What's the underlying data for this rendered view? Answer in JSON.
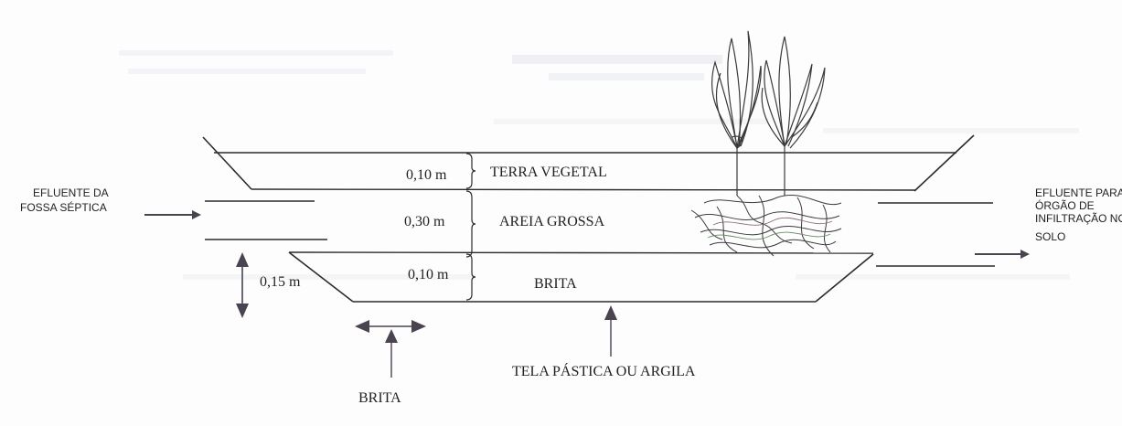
{
  "diagram": {
    "layers": [
      {
        "thickness": "0,10 m",
        "name": "TERRA VEGETAL"
      },
      {
        "thickness": "0,30 m",
        "name": "AREIA GROSSA"
      },
      {
        "thickness": "0,10 m",
        "name": "BRITA"
      }
    ],
    "inlet_label": [
      "EFLUENTE DA",
      "FOSSA SÉPTICA"
    ],
    "outlet_label": [
      "EFLUENTE PARA",
      "ÓRGÃO DE",
      "INFILTRAÇÃO NO",
      "SOLO"
    ],
    "bottom_offset": "0,15 m",
    "brita_label": "BRITA",
    "liner_label": "TELA PÁSTICA OU ARGILA",
    "arrow_color": "#4a4350",
    "line_color": "#2b2b2b",
    "plant_icon": "plant-icon",
    "roots_icon": "roots-icon"
  }
}
